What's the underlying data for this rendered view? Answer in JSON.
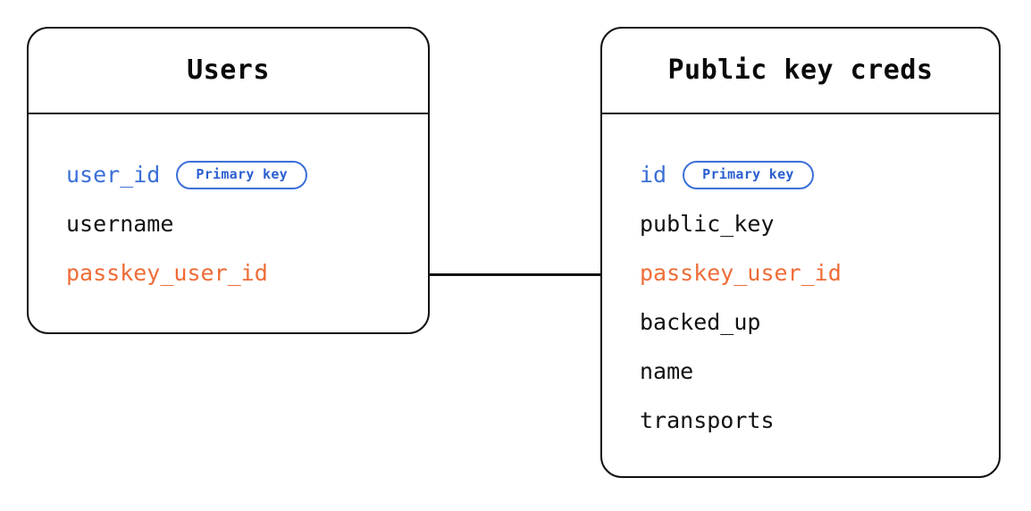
{
  "diagram": {
    "type": "entity-relationship-diagram",
    "background_color": "#ffffff",
    "colors": {
      "primary_key": "#3b6fd8",
      "foreign_key": "#ef6c37",
      "text": "#111111",
      "border": "#111111"
    },
    "badge_label": "Primary key",
    "entities": [
      {
        "id": "users",
        "title": "Users",
        "fields": [
          {
            "name": "user_id",
            "role": "primary",
            "badge": "Primary key"
          },
          {
            "name": "username",
            "role": "plain",
            "badge": ""
          },
          {
            "name": "passkey_user_id",
            "role": "foreign",
            "badge": ""
          }
        ]
      },
      {
        "id": "public_key_creds",
        "title": "Public key creds",
        "fields": [
          {
            "name": "id",
            "role": "primary",
            "badge": "Primary key"
          },
          {
            "name": "public_key",
            "role": "plain",
            "badge": ""
          },
          {
            "name": "passkey_user_id",
            "role": "foreign",
            "badge": ""
          },
          {
            "name": "backed_up",
            "role": "plain",
            "badge": ""
          },
          {
            "name": "name",
            "role": "plain",
            "badge": ""
          },
          {
            "name": "transports",
            "role": "plain",
            "badge": ""
          }
        ]
      }
    ],
    "relationships": [
      {
        "from_entity": "users",
        "from_field": "passkey_user_id",
        "to_entity": "public_key_creds",
        "to_field": "passkey_user_id",
        "style": "solid-line"
      }
    ]
  }
}
